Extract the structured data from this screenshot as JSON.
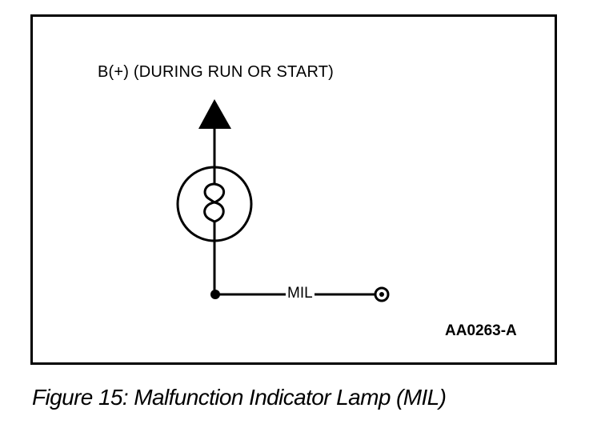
{
  "diagram": {
    "supply_label": "B(+) (DURING RUN OR START)",
    "signal_label": "MIL",
    "figure_id": "AA0263-A"
  },
  "caption": "Figure 15: Malfunction Indicator Lamp (MIL)",
  "colors": {
    "ink": "#000000",
    "background": "#ffffff"
  },
  "icons": {
    "supply": "arrow-up-icon",
    "lamp": "lamp-icon",
    "terminal": "terminal-icon"
  }
}
